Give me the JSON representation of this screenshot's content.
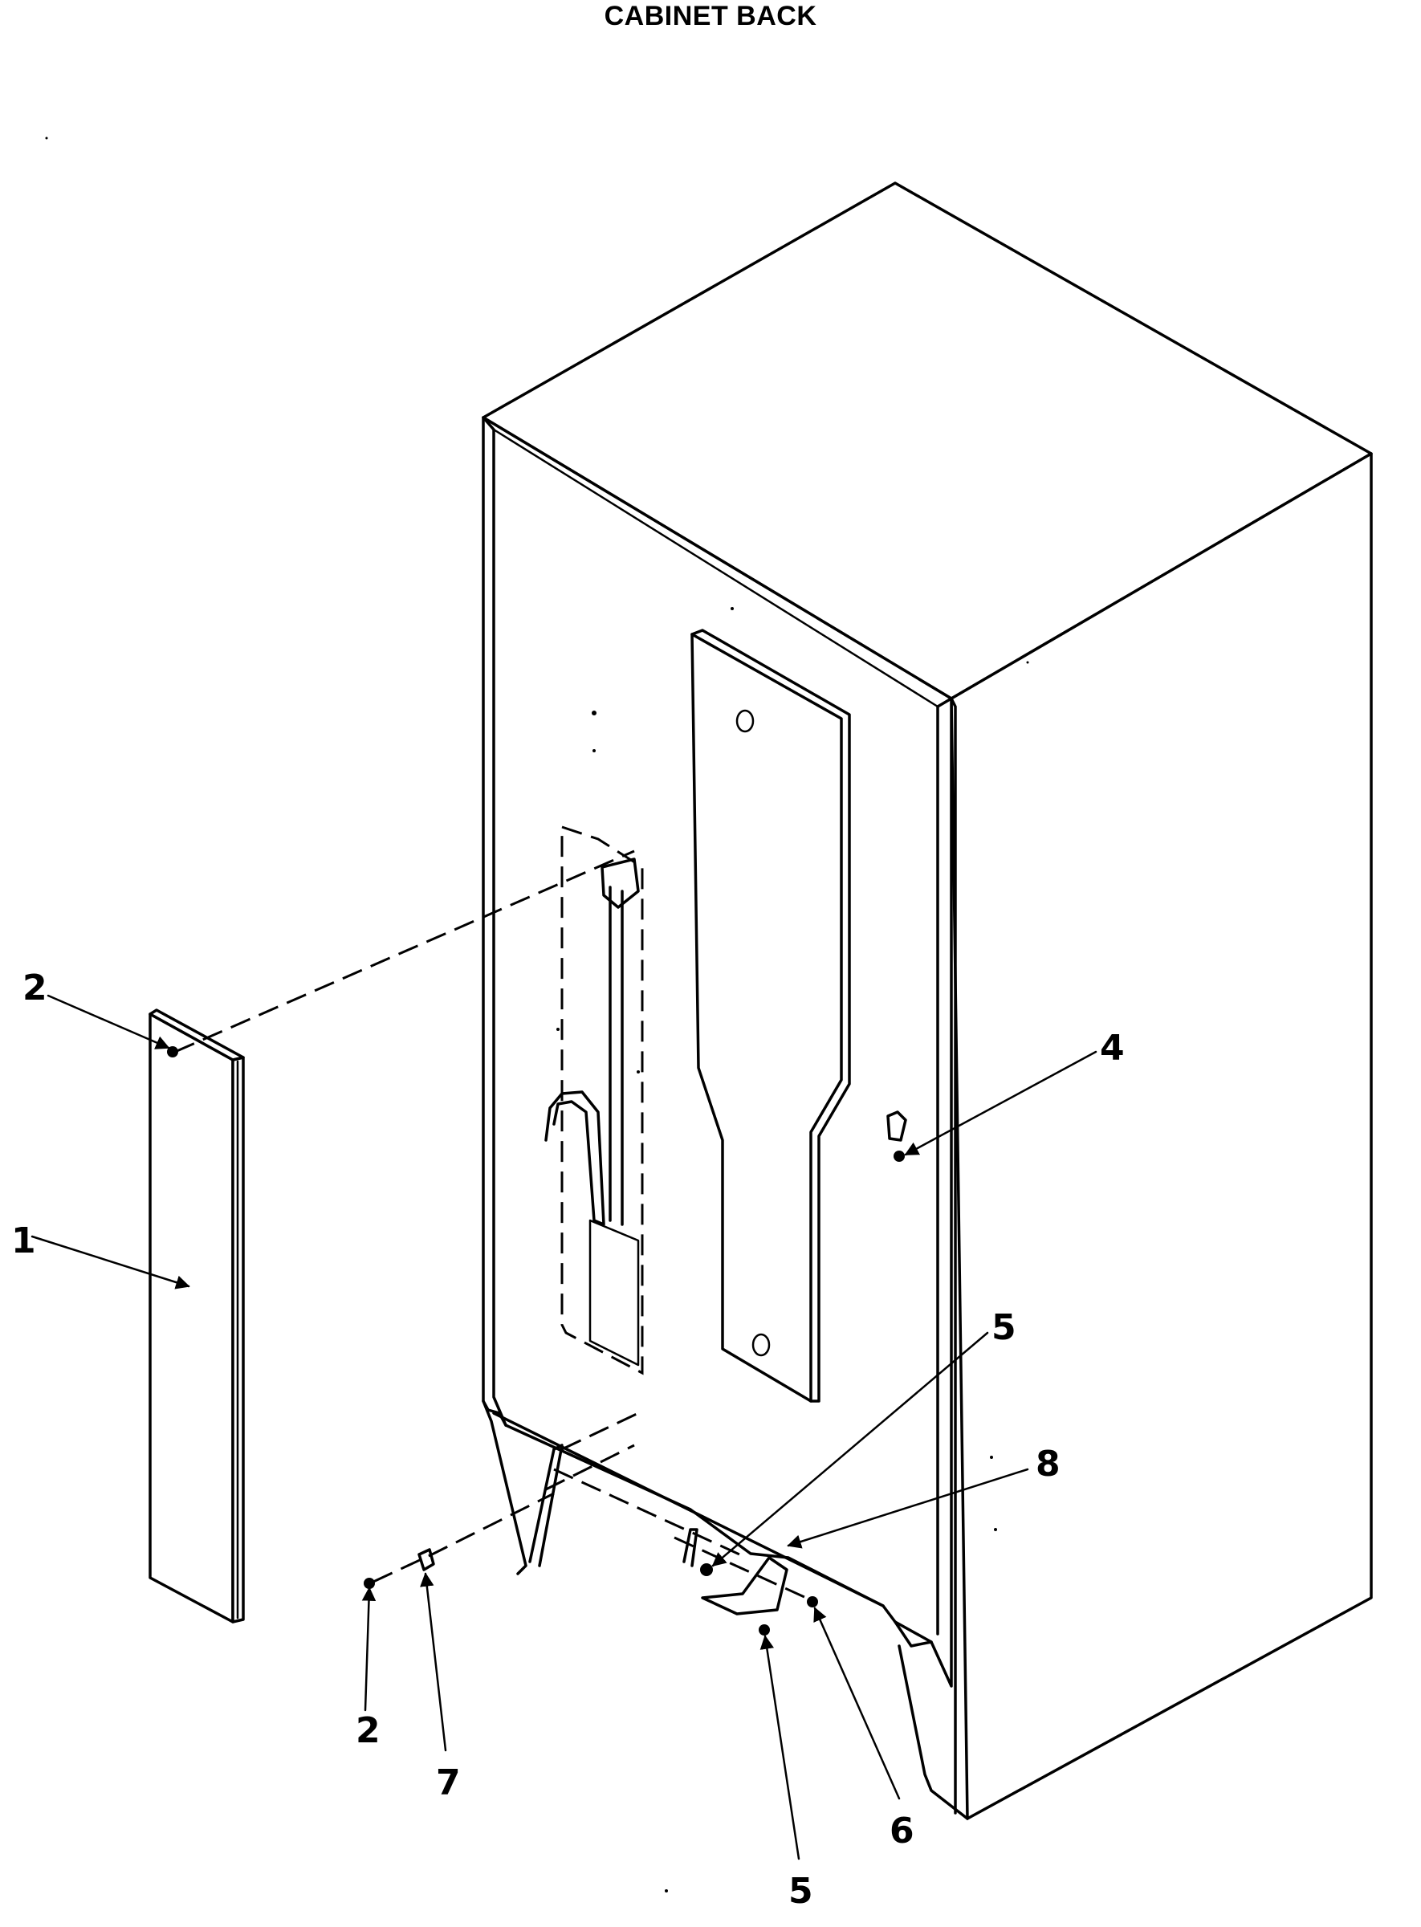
{
  "title": "CABINET BACK",
  "callouts": [
    {
      "id": "c1",
      "label": "1"
    },
    {
      "id": "c2a",
      "label": "2"
    },
    {
      "id": "c2b",
      "label": "2"
    },
    {
      "id": "c4",
      "label": "4"
    },
    {
      "id": "c5a",
      "label": "5"
    },
    {
      "id": "c5b",
      "label": "5"
    },
    {
      "id": "c6",
      "label": "6"
    },
    {
      "id": "c7",
      "label": "7"
    },
    {
      "id": "c8",
      "label": "8"
    }
  ]
}
